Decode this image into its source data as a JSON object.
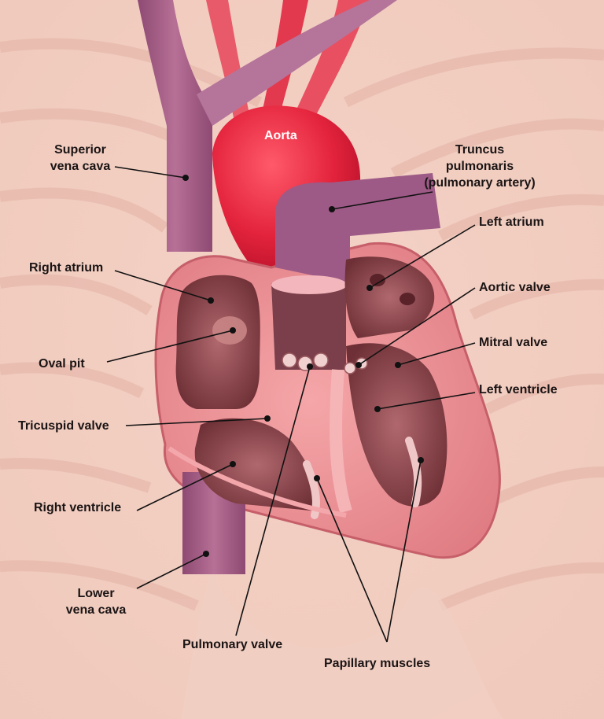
{
  "labels": {
    "superior_vena_cava": "Superior\nvena cava",
    "aorta": "Aorta",
    "truncus_pulmonaris": "Truncus\npulmonaris\n(pulmonary artery)",
    "left_atrium": "Left atrium",
    "right_atrium": "Right atrium",
    "aortic_valve": "Aortic valve",
    "oval_pit": "Oval pit",
    "mitral_valve": "Mitral valve",
    "left_ventricle": "Left ventricle",
    "tricuspid_valve": "Tricuspid valve",
    "right_ventricle": "Right ventricle",
    "lower_vena_cava": "Lower\nvena cava",
    "pulmonary_valve": "Pulmonary valve",
    "papillary_muscles": "Papillary muscles"
  }
}
